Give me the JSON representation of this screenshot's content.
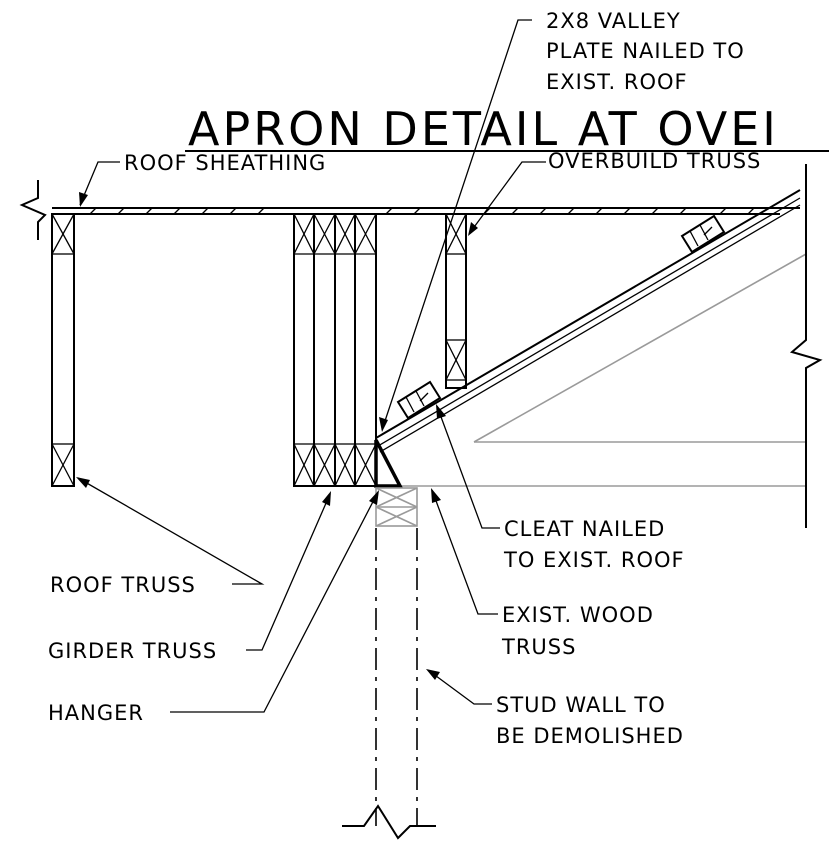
{
  "title": "APRON DETAIL AT OVEI",
  "labels": {
    "valley_plate": [
      "2X8 VALLEY",
      "PLATE NAILED TO",
      "EXIST. ROOF"
    ],
    "roof_sheathing": "ROOF SHEATHING",
    "overbuild_truss": "OVERBUILD TRUSS",
    "cleat": [
      "CLEAT NAILED",
      "TO EXIST. ROOF"
    ],
    "roof_truss": "ROOF TRUSS",
    "girder_truss": "GIRDER TRUSS",
    "exist_wood_truss": [
      "EXIST. WOOD",
      "TRUSS"
    ],
    "hanger": "HANGER",
    "stud_wall": [
      "STUD WALL TO",
      "BE DEMOLISHED"
    ]
  },
  "colors": {
    "line": "#000000",
    "existing_structure": "#9a9a9a",
    "background": "#ffffff"
  }
}
